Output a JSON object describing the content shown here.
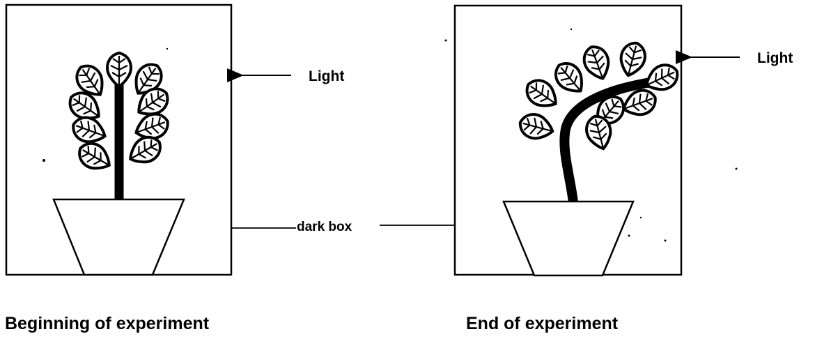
{
  "labels": {
    "light_left": "Light",
    "light_right": "Light",
    "dark_box": "dark box"
  },
  "captions": {
    "beginning": "Beginning of experiment",
    "end": "End of experiment"
  },
  "colors": {
    "ink": "#000000",
    "paper": "#ffffff",
    "leaf_fill": "#ffffff"
  }
}
